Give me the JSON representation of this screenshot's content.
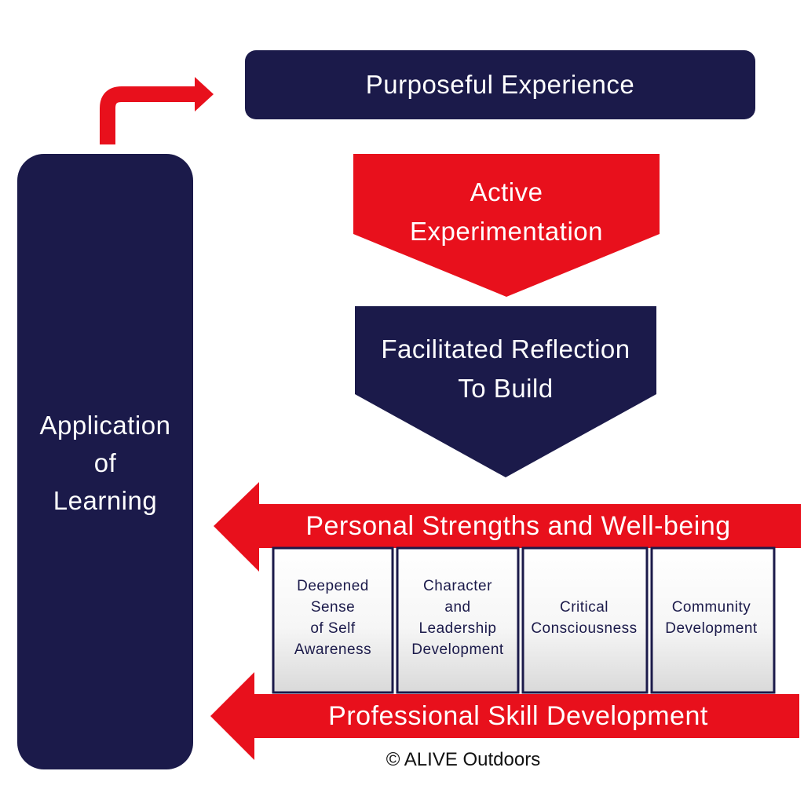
{
  "colors": {
    "navy": "#1b1a4a",
    "red": "#e8101c",
    "white": "#ffffff"
  },
  "diagram": {
    "purposeful_experience": "Purposeful Experience",
    "active_experimentation": "Active\nExperimentation",
    "facilitated_reflection": "Facilitated Reflection\nTo Build",
    "application_of_learning": "Application\nof\nLearning",
    "personal_strengths": "Personal Strengths and Well-being",
    "outcomes": [
      {
        "label": "Deepened\nSense\nof Self\nAwareness"
      },
      {
        "label": "Character\nand\nLeadership\nDevelopment"
      },
      {
        "label": "Critical\nConsciousness"
      },
      {
        "label": "Community\nDevelopment"
      }
    ],
    "professional_skill": "Professional Skill Development",
    "copyright": "© ALIVE Outdoors"
  }
}
